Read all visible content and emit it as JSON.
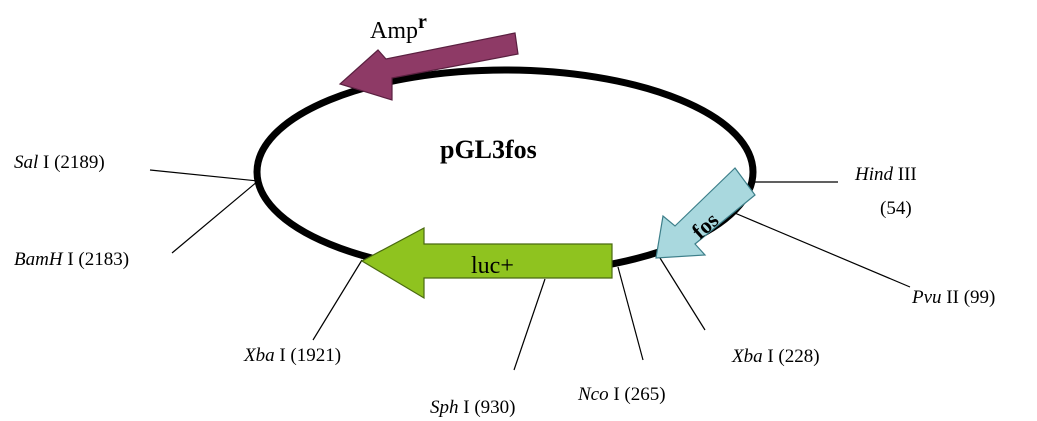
{
  "plasmid": {
    "name": "pGL3fos"
  },
  "genes": {
    "amp": {
      "label": "Amp",
      "superscript": "r",
      "color": "#8e3a66"
    },
    "luc": {
      "label": "luc+",
      "color": "#8fc31f"
    },
    "fos": {
      "label": "fos",
      "color": "#a9d8de"
    }
  },
  "sites": {
    "sal": {
      "enzyme": "Sal",
      "suffix": " I (2189)"
    },
    "bamh": {
      "enzyme": "BamH",
      "suffix": " I (2183)"
    },
    "xba1921": {
      "enzyme": "Xba",
      "suffix": " I (1921)"
    },
    "sph": {
      "enzyme": "Sph",
      "suffix": " I (930)"
    },
    "nco": {
      "enzyme": "Nco",
      "suffix": " I (265)"
    },
    "xba228": {
      "enzyme": "Xba",
      "suffix": " I (228)"
    },
    "hind": {
      "enzyme": "Hind",
      "suffix": " III",
      "position": "(54)"
    },
    "pvu": {
      "enzyme": "Pvu",
      "suffix": " II (99)"
    }
  }
}
